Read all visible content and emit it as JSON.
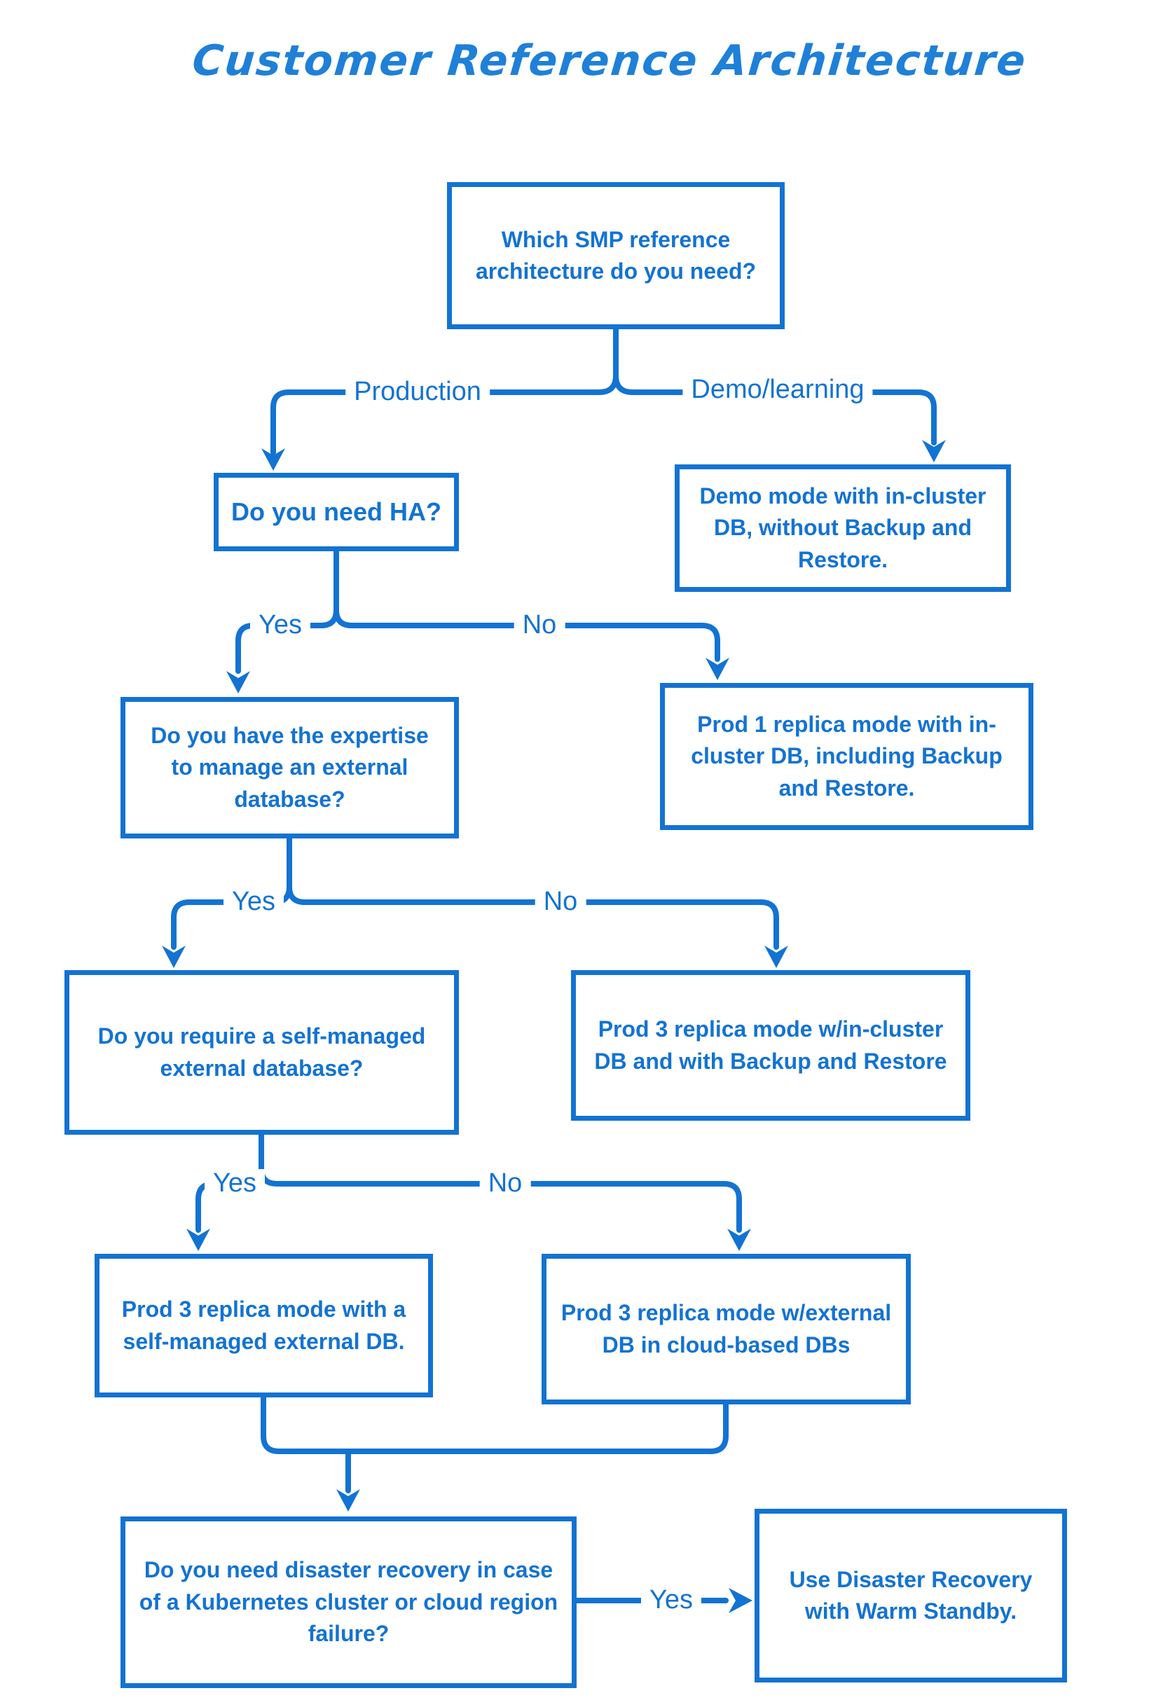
{
  "title": "Customer Reference Architecture",
  "colors": {
    "primary": "#1373d2",
    "title": "#1f80d8",
    "background": "#ffffff"
  },
  "nodes": {
    "q_which": "Which SMP reference architecture do you need?",
    "demo_mode": "Demo mode with in-cluster DB, without Backup and Restore.",
    "q_ha": "Do you need HA?",
    "prod1": "Prod 1 replica mode with in-cluster DB, including Backup and Restore.",
    "q_expertise": "Do you have the expertise to manage an external database?",
    "prod3_incluster": "Prod 3 replica mode w/in-cluster DB and with Backup and Restore",
    "q_selfmanaged": "Do you require a self-managed external database?",
    "prod3_selfmanaged": "Prod 3 replica mode with a self-managed external DB.",
    "prod3_cloud": "Prod 3 replica mode w/external DB in cloud-based DBs",
    "q_dr": "Do you need disaster recovery in case of a Kubernetes cluster or cloud region failure?",
    "warm_standby": "Use Disaster Recovery with Warm Standby."
  },
  "edges": {
    "production": "Production",
    "demo_learning": "Demo/learning",
    "ha_yes": "Yes",
    "ha_no": "No",
    "expertise_yes": "Yes",
    "expertise_no": "No",
    "selfmanaged_yes": "Yes",
    "selfmanaged_no": "No",
    "dr_yes": "Yes"
  }
}
